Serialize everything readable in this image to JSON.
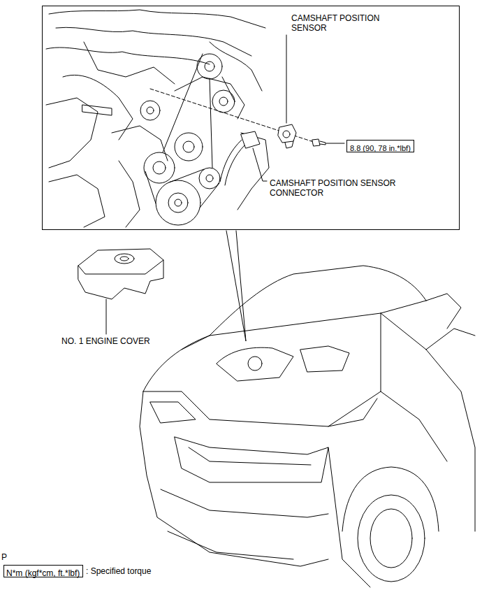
{
  "diagram": {
    "nodes": [
      {
        "text": [
          "CAMSHAFT POSITION SENSOR",
          "CAMSHAFT POSITION SENSOR CONNECTOR"
        ]
      },
      {
        "text": [
          "8.8 (90, 78 in.*lbf)"
        ],
        "in": 0
      },
      {
        "text": [
          "N*m (kgf*cm, ft.*lbf)"
        ]
      }
    ],
    "labels": [
      "NO. 1 ENGINE COVER",
      ": Specified torque",
      "P"
    ]
  }
}
